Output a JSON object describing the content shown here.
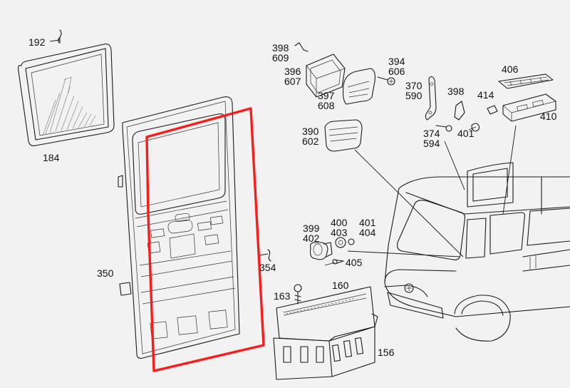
{
  "diagram": {
    "labels": {
      "p192": "192",
      "p184": "184",
      "p350": "350",
      "p354": "354",
      "p398": "398",
      "p609": "609",
      "p396": "396",
      "p607": "607",
      "p394": "394",
      "p606": "606",
      "p397": "397",
      "p608": "608",
      "p370": "370",
      "p590": "590",
      "p398b": "398",
      "p414": "414",
      "p406": "406",
      "p410": "410",
      "p374": "374",
      "p594": "594",
      "p401": "401",
      "p390": "390",
      "p602": "602",
      "p399": "399",
      "p402": "402",
      "p400": "400",
      "p403": "403",
      "p401b": "401",
      "p404": "404",
      "p405": "405",
      "p163": "163",
      "p160": "160",
      "p156": "156"
    },
    "colors": {
      "background": "#f2f2f2",
      "line": "#1a1a1a",
      "highlight": "#ff1a1a"
    }
  }
}
